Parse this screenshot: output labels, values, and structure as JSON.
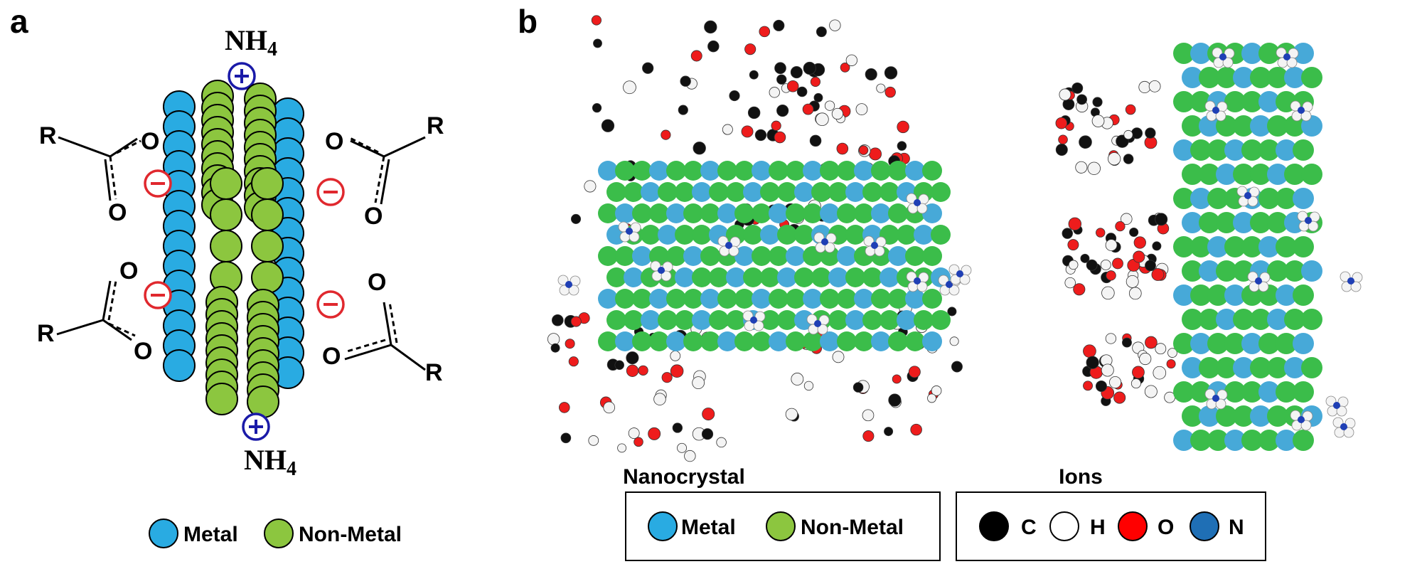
{
  "panels": {
    "a": "a",
    "b": "b"
  },
  "schematic": {
    "ammonium": "NH",
    "ammonium_subscript": "4",
    "plus": "+",
    "minus": "−",
    "carboxylate_R": "R",
    "carboxylate_O": "O"
  },
  "legend_a": [
    {
      "label": "Metal",
      "color": "#29abe2"
    },
    {
      "label": "Non-Metal",
      "color": "#8cc63f"
    }
  ],
  "legend_b": {
    "nanocrystal_title": "Nanocrystal",
    "nanocrystal_items": [
      {
        "label": "Metal",
        "color": "#29abe2"
      },
      {
        "label": "Non-Metal",
        "color": "#8cc63f"
      }
    ],
    "ions_title": "Ions",
    "ions_items": [
      {
        "label": "C",
        "color": "#000000"
      },
      {
        "label": "H",
        "color": "#ffffff"
      },
      {
        "label": "O",
        "color": "#ff0000"
      },
      {
        "label": "N",
        "color": "#1f6fb5"
      }
    ]
  },
  "colors": {
    "metal": "#29abe2",
    "non_metal": "#8cc63f",
    "sim_metal": "#47a9d8",
    "sim_non_metal": "#3bbd4a",
    "positive": "#1a1aa8",
    "negative": "#e0282e"
  }
}
